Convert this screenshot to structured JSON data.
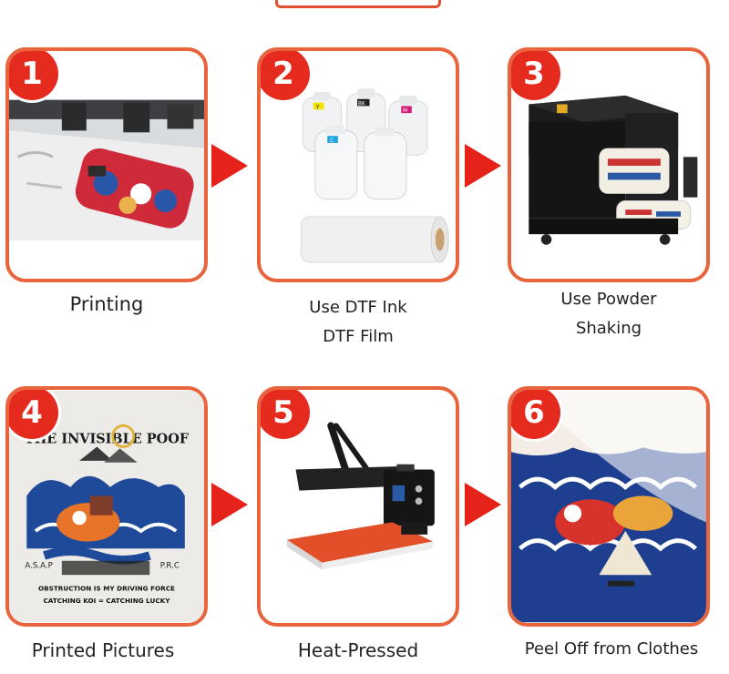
{
  "steps": [
    {
      "number": "1",
      "caption_lines": [
        "Printing"
      ]
    },
    {
      "number": "2",
      "caption_lines": [
        "Use  DTF Ink",
        "DTF Film"
      ],
      "ink_bottles": [
        "Y",
        "BK",
        "M",
        "C",
        ""
      ]
    },
    {
      "number": "3",
      "caption_lines": [
        "Use Powder",
        "Shaking"
      ]
    },
    {
      "number": "4",
      "caption_lines": [
        "Printed Pictures"
      ],
      "print_texts": {
        "title": "THE INVISIBLE POOF",
        "left_tag": "A.S.A.P",
        "right_tag": "P.R.C",
        "line1": "OBSTRUCTION IS MY DRIVING FORCE",
        "line2": "CATCHING KOI = CATCHING LUCKY"
      }
    },
    {
      "number": "5",
      "caption_lines": [
        "Heat-Pressed"
      ]
    },
    {
      "number": "6",
      "caption_lines": [
        "Peel Off from Clothes"
      ]
    }
  ],
  "colors": {
    "card_border": "#e8643d",
    "badge": "#e52a1e",
    "arrow": "#e5231b"
  }
}
